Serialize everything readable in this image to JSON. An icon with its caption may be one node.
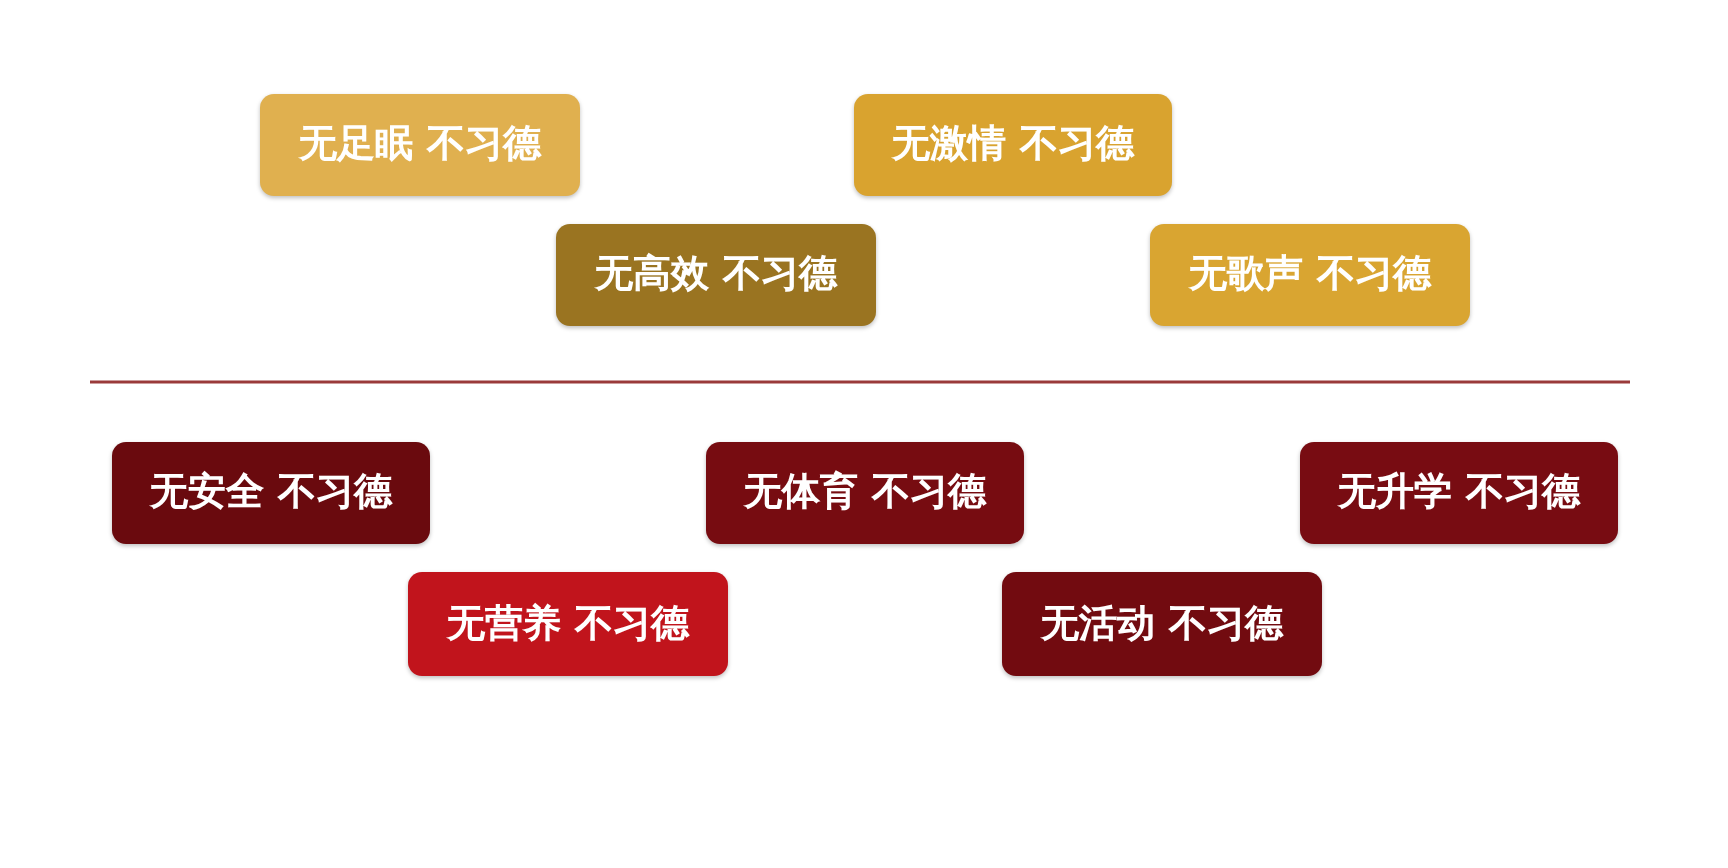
{
  "diagram": {
    "nodes": [
      {
        "text": [
          "无足眠 不习德"
        ]
      },
      {
        "text": [
          "无激情 不习德"
        ]
      },
      {
        "text": [
          "无高效 不习德"
        ]
      },
      {
        "text": [
          "无歌声 不习德"
        ]
      },
      {
        "text": [
          "无安全 不习德"
        ]
      },
      {
        "text": [
          "无体育 不习德"
        ]
      },
      {
        "text": [
          "无升学 不习德"
        ]
      },
      {
        "text": [
          "无营养 不习德"
        ]
      },
      {
        "text": [
          "无活动 不习德"
        ]
      }
    ],
    "edges": []
  }
}
